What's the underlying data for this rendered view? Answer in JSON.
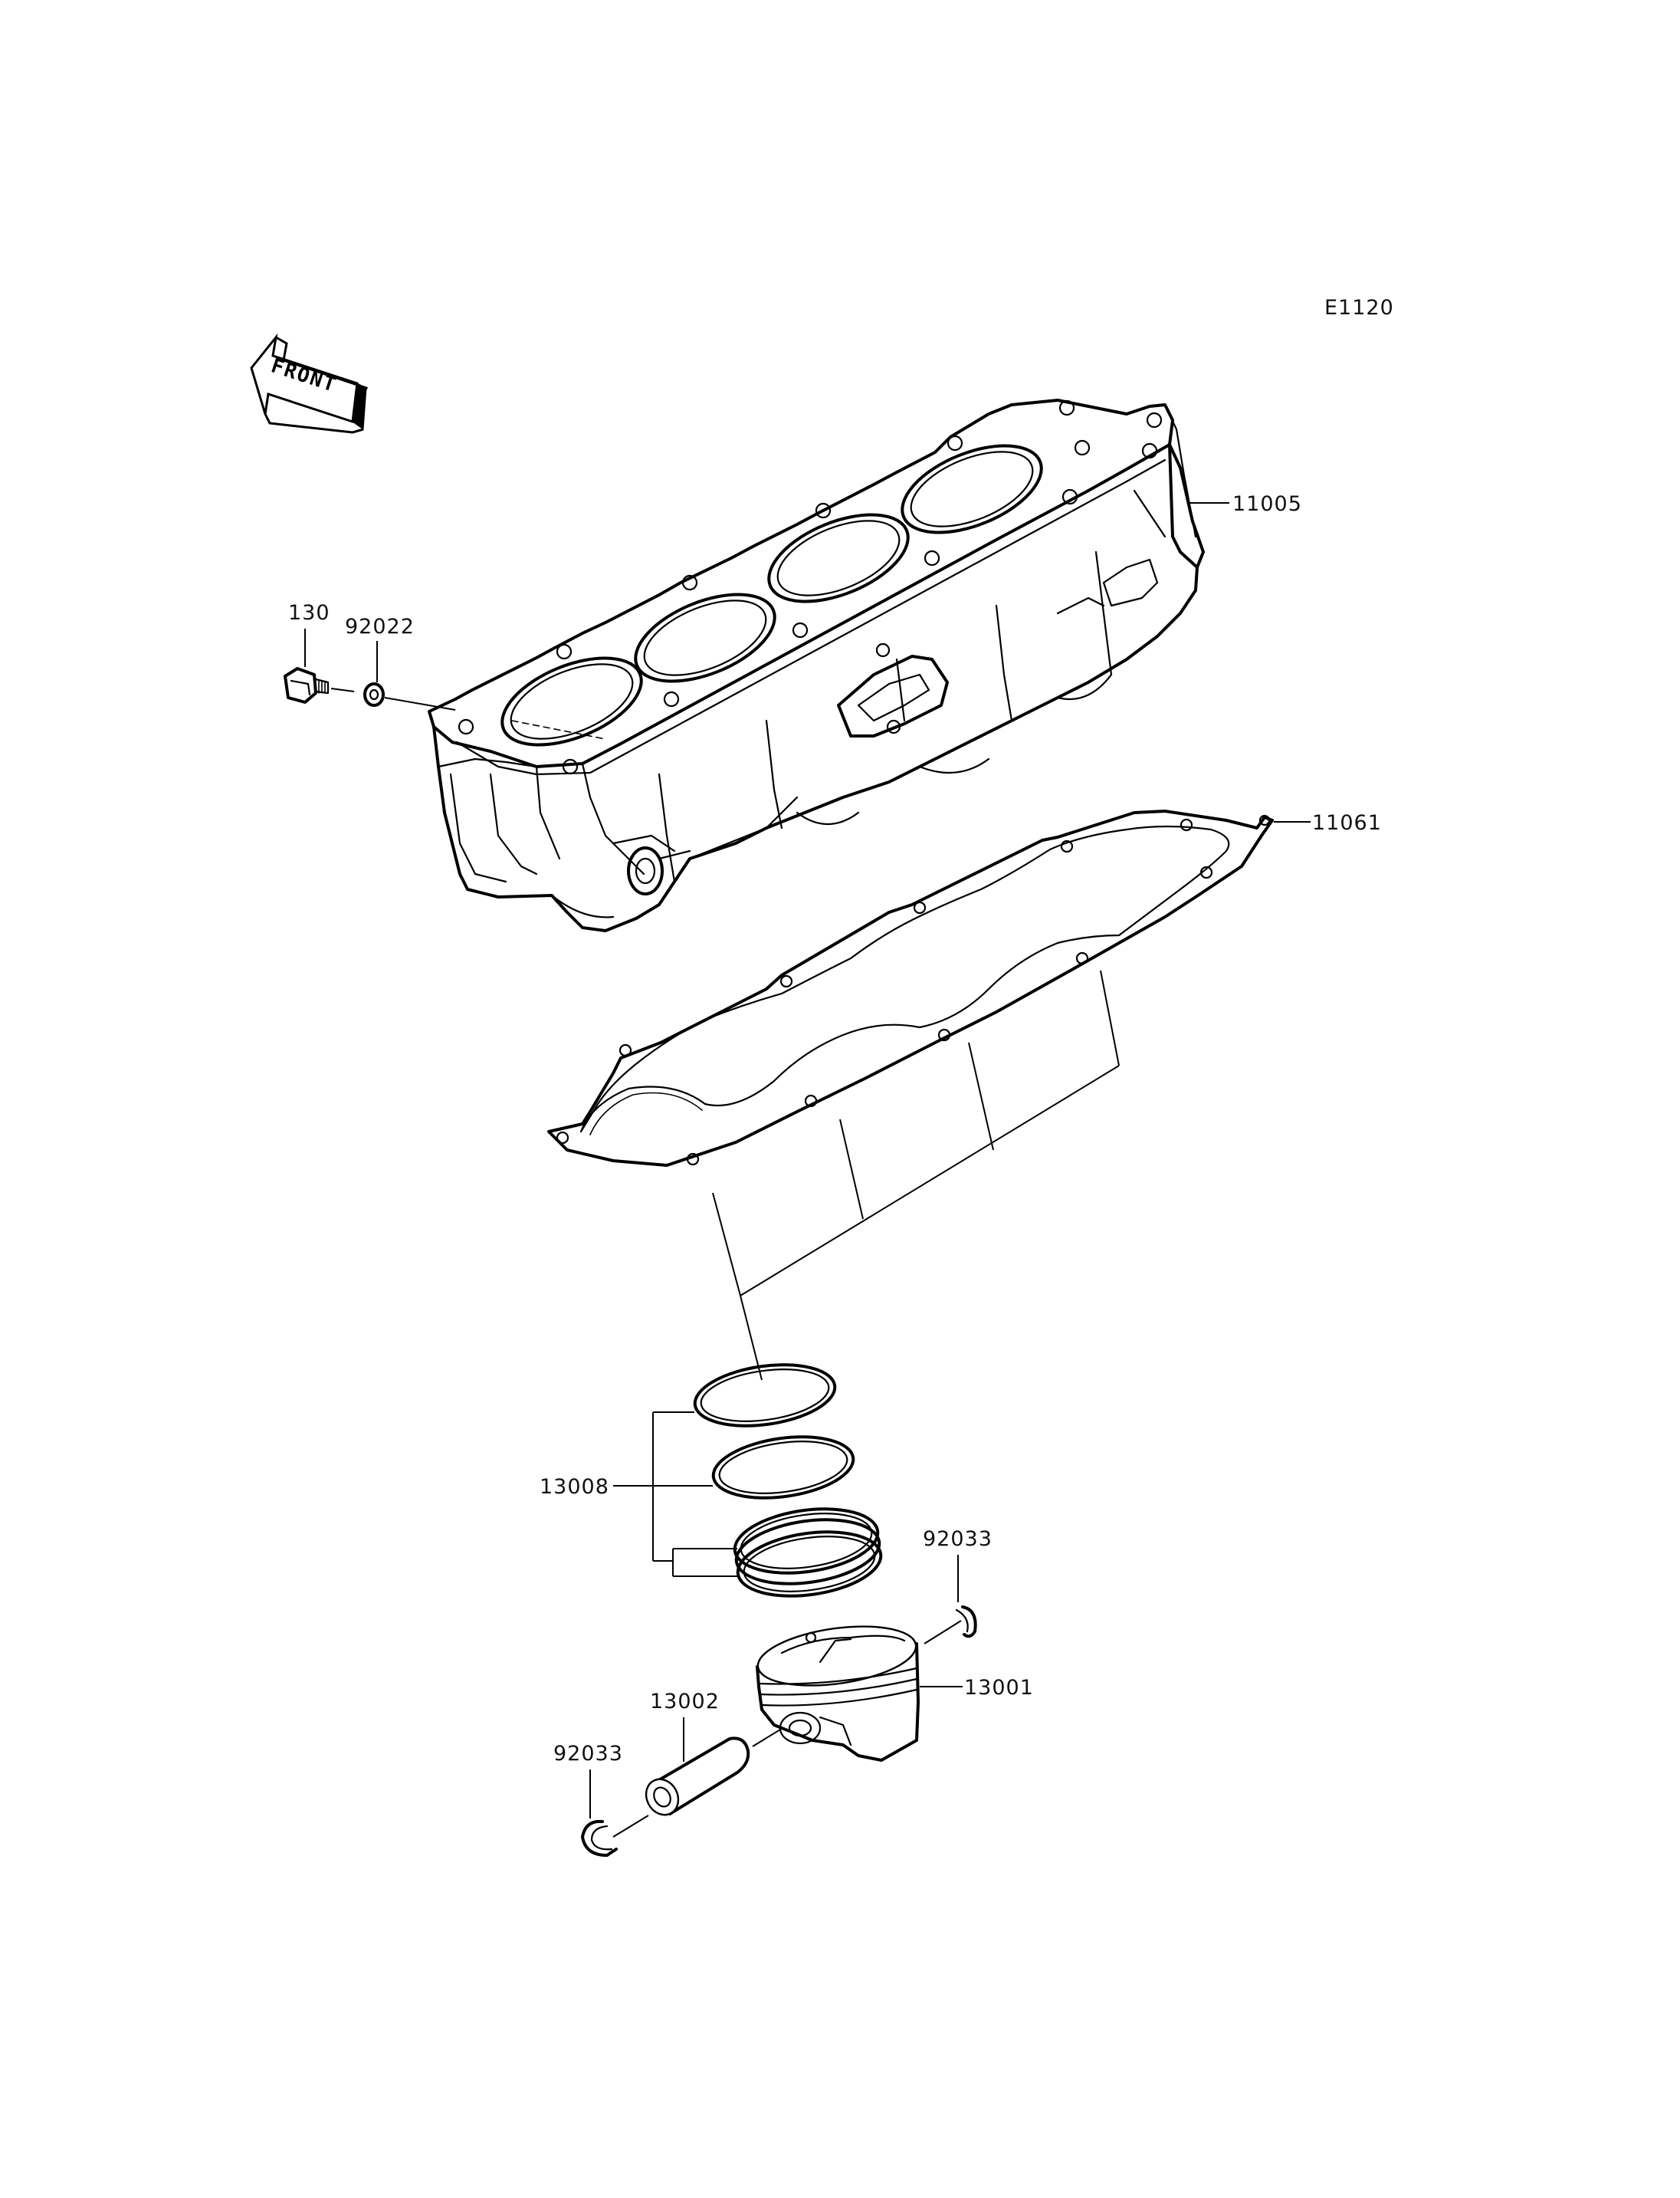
{
  "diagram_code": "E1120",
  "direction_label": "FRONT",
  "parts": [
    {
      "id": "cylinder",
      "number": "11005"
    },
    {
      "id": "cylinder-gasket",
      "number": "11061"
    },
    {
      "id": "bolt",
      "number": "130"
    },
    {
      "id": "washer",
      "number": "92022"
    },
    {
      "id": "piston-ring-set",
      "number": "13008"
    },
    {
      "id": "circlip-right",
      "number": "92033"
    },
    {
      "id": "piston",
      "number": "13001"
    },
    {
      "id": "piston-pin",
      "number": "13002"
    },
    {
      "id": "circlip-left",
      "number": "92033"
    }
  ]
}
